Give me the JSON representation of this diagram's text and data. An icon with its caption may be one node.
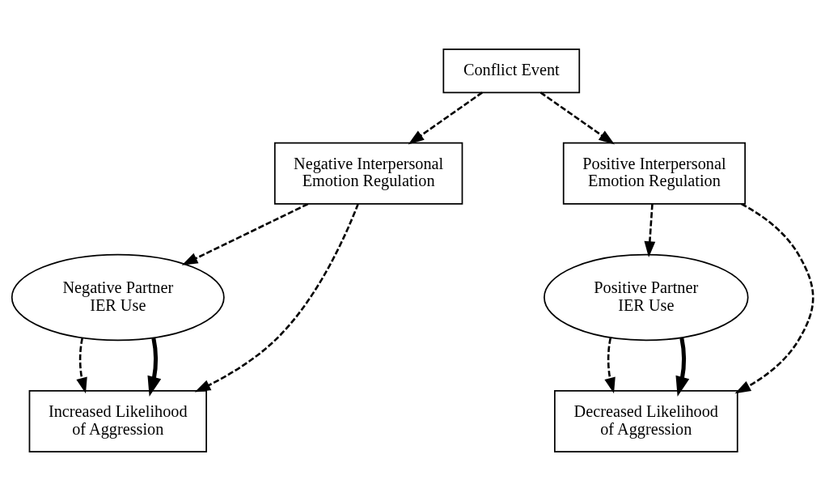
{
  "diagram": {
    "nodes": [
      {
        "text": [
          "Conflict Event"
        ]
      },
      {
        "text": [
          "Negative Interpersonal Emotion Regulation"
        ]
      },
      {
        "text": [
          "Positive Interpersonal Emotion Regulation"
        ]
      },
      {
        "text": [
          "Negative Partner IER Use"
        ]
      },
      {
        "text": [
          "Positive Partner IER Use"
        ]
      },
      {
        "text": [
          "Increased Likelihood of Aggression"
        ]
      },
      {
        "text": [
          "Decreased Likelihood of Aggression"
        ]
      }
    ],
    "edges": [
      {
        "from": 0,
        "to": 1,
        "arrow": "to",
        "style": "dashed"
      },
      {
        "from": 0,
        "to": 2,
        "arrow": "to",
        "style": "dashed"
      },
      {
        "from": 1,
        "to": 3,
        "arrow": "to",
        "style": "dashed"
      },
      {
        "from": 2,
        "to": 4,
        "arrow": "to",
        "style": "dashed"
      },
      {
        "from": 3,
        "to": 5,
        "arrow": "to",
        "style": "dashed"
      },
      {
        "from": 3,
        "to": 5,
        "arrow": "to",
        "style": "thick"
      },
      {
        "from": 1,
        "to": 5,
        "arrow": "to",
        "style": "dashed"
      },
      {
        "from": 4,
        "to": 6,
        "arrow": "to",
        "style": "dashed"
      },
      {
        "from": 4,
        "to": 6,
        "arrow": "to",
        "style": "thick"
      },
      {
        "from": 2,
        "to": 6,
        "arrow": "to",
        "style": "dashed"
      }
    ]
  }
}
